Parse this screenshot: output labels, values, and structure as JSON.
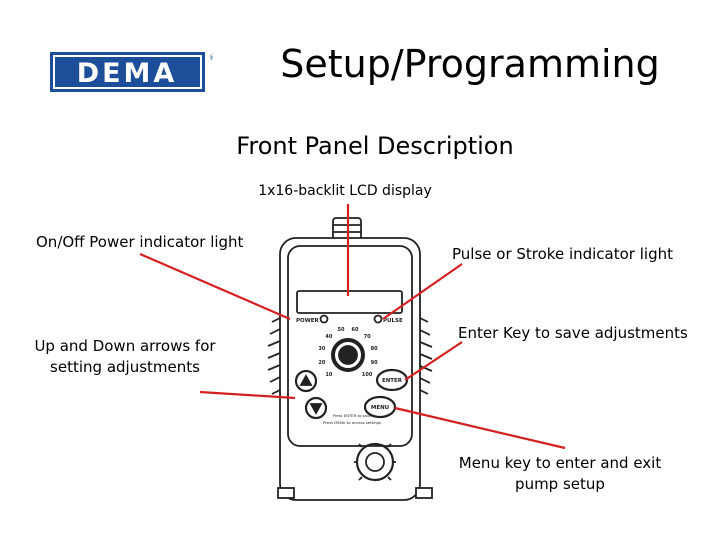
{
  "logo": {
    "text": "DEMA",
    "registered": "®",
    "color": "#1c4e9a"
  },
  "title": "Setup/Programming",
  "subtitle": "Front Panel Description",
  "callouts": {
    "lcd": "1x16-backlit LCD display",
    "power": "On/Off Power indicator light",
    "arrows": "Up and Down arrows for setting adjustments",
    "pulse": "Pulse or Stroke indicator light",
    "enter": "Enter Key to save adjustments",
    "menu": "Menu key to enter and exit pump setup"
  },
  "panel": {
    "power_label": "POWER",
    "pulse_label": "PULSE",
    "enter_key": "ENTER",
    "menu_key": "MENU",
    "dial_marks": [
      "10",
      "20",
      "30",
      "40",
      "50",
      "60",
      "70",
      "80",
      "90",
      "100"
    ],
    "hint_line1": "Press ENTER to save",
    "hint_line2": "Press MENU to access settings"
  },
  "colors": {
    "callout_line": "#d42020",
    "outline": "#222222"
  }
}
